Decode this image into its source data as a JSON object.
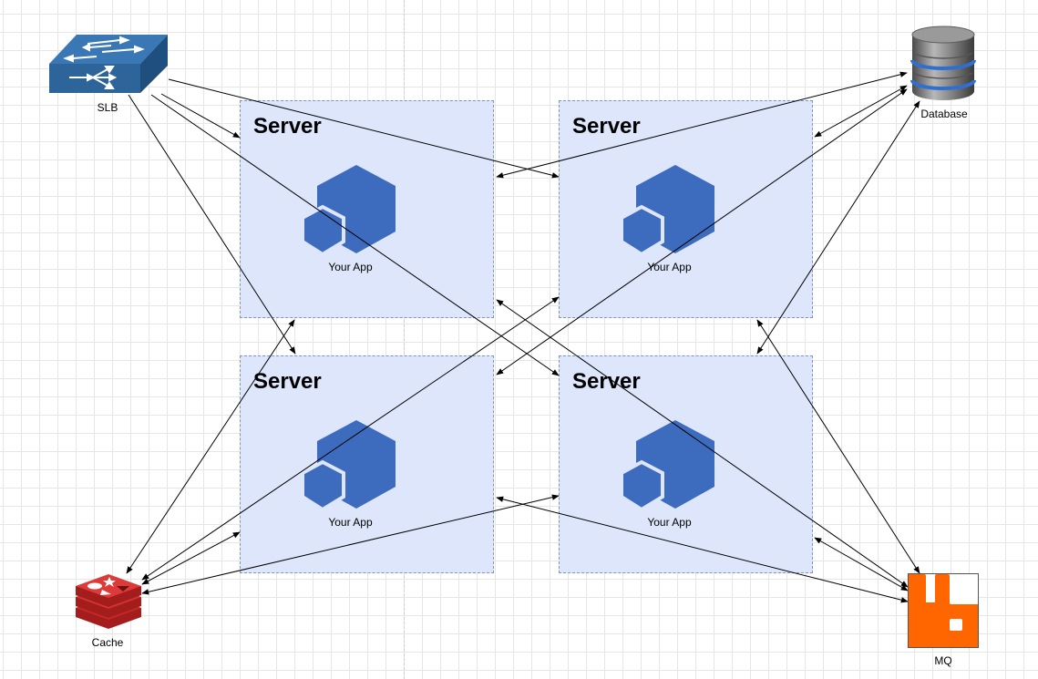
{
  "nodes": {
    "slb": {
      "label": "SLB",
      "icon": "network-switch-icon"
    },
    "database": {
      "label": "Database",
      "icon": "database-icon"
    },
    "cache": {
      "label": "Cache",
      "icon": "redis-icon"
    },
    "mq": {
      "label": "MQ",
      "icon": "rabbitmq-icon"
    }
  },
  "servers": [
    {
      "title": "Server",
      "app_label": "Your App"
    },
    {
      "title": "Server",
      "app_label": "Your App"
    },
    {
      "title": "Server",
      "app_label": "Your App"
    },
    {
      "title": "Server",
      "app_label": "Your App"
    }
  ],
  "colors": {
    "server_fill": "#dde6fb",
    "app_icon": "#3d6bbd",
    "switch": "#2d6499",
    "redis": "#c62828",
    "rabbitmq": "#ff6600",
    "edge": "#000000"
  }
}
